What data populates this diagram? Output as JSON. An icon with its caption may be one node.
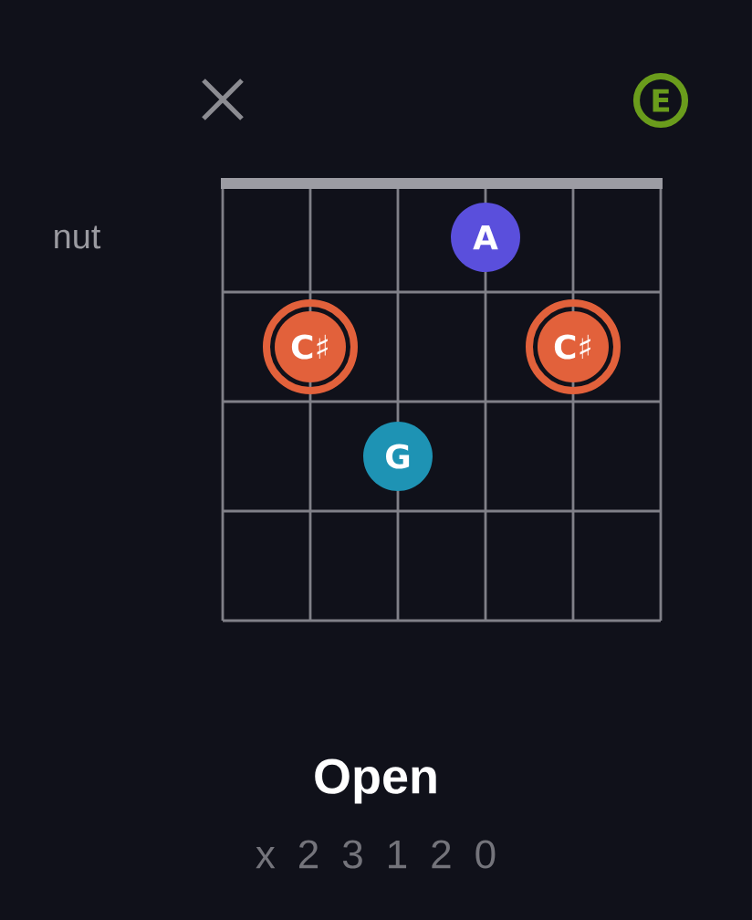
{
  "diagram": {
    "title": "Open",
    "nodes": [
      {
        "text": [
          "E"
        ]
      },
      {
        "text": [
          "A"
        ]
      },
      {
        "text": [
          "C♯"
        ]
      },
      {
        "text": [
          "C♯"
        ]
      },
      {
        "text": [
          "G"
        ]
      }
    ],
    "labels": [
      "nut",
      "x 2 3 1 2 0"
    ]
  }
}
